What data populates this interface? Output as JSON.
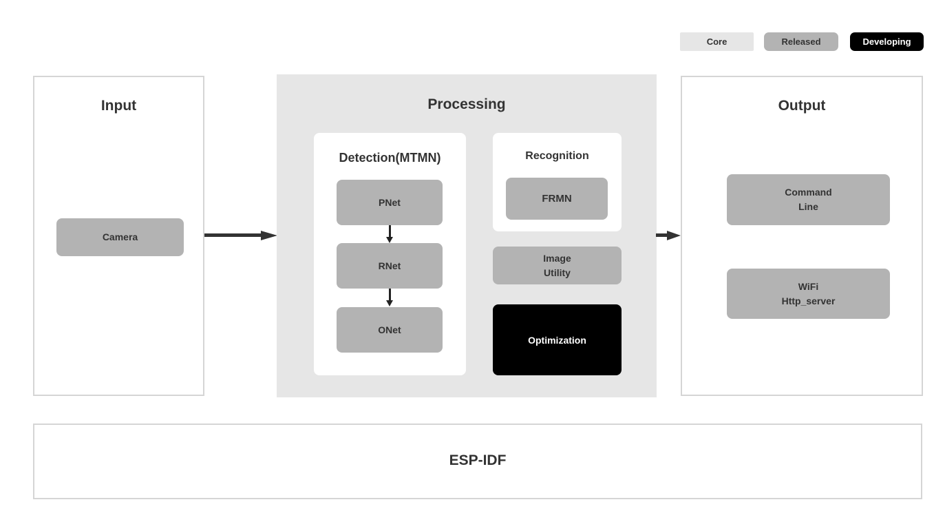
{
  "legend": {
    "core": {
      "label": "Core"
    },
    "released": {
      "label": "Released"
    },
    "developing": {
      "label": "Developing"
    }
  },
  "input": {
    "title": "Input",
    "camera_label": "Camera"
  },
  "processing": {
    "title": "Processing",
    "detection": {
      "title": "Detection(MTMN)",
      "nodes": [
        "PNet",
        "RNet",
        "ONet"
      ]
    },
    "recognition": {
      "title": "Recognition",
      "frmn_label": "FRMN"
    },
    "image_utility": {
      "line1": "Image",
      "line2": "Utility"
    },
    "optimization": {
      "label": "Optimization"
    }
  },
  "output": {
    "title": "Output",
    "command_line": {
      "line1": "Command",
      "line2": "Line"
    },
    "wifi": {
      "line1": "WiFi",
      "line2": "Http_server"
    }
  },
  "base": {
    "title": "ESP-IDF"
  },
  "colors": {
    "node_gray": "#b3b3b3",
    "panel_gray": "#e6e6e6",
    "developing_black": "#000000",
    "text_dark": "#333333",
    "frame_border": "#d5d5d5",
    "background": "#ffffff"
  }
}
